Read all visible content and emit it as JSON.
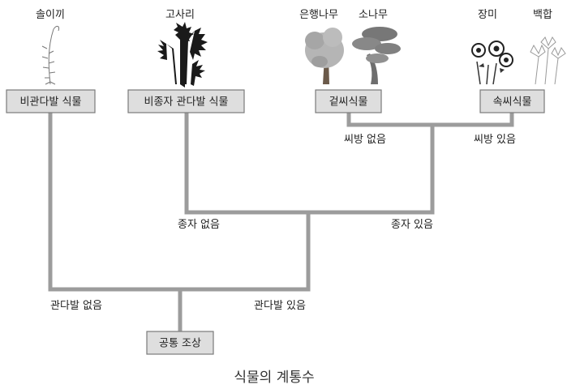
{
  "plants": {
    "moss": "솔이끼",
    "fern": "고사리",
    "ginkgo": "은행나무",
    "pine": "소나무",
    "rose": "장미",
    "lily": "백합"
  },
  "groups": {
    "nonvascular": "비관다발 식물",
    "seedless_vascular": "비종자 관다발 식물",
    "gymnosperm": "겉씨식물",
    "angiosperm": "속씨식물",
    "common_ancestor": "공통 조상"
  },
  "branches": {
    "no_vascular": "관다발 없음",
    "has_vascular": "관다발 있음",
    "no_seed": "종자 없음",
    "has_seed": "종자 있음",
    "no_ovary": "씨방 없음",
    "has_ovary": "씨방 있음"
  },
  "caption": "식물의 계통수"
}
